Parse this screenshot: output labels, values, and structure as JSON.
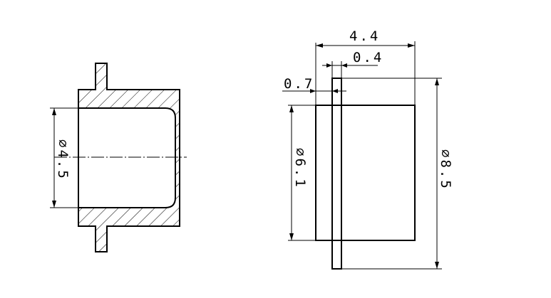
{
  "section_view": {
    "diameter_label": "⌀4.5"
  },
  "outline_view": {
    "overall_length_label": "4.4",
    "flange_width_label": "0.4",
    "flange_offset_label": "0.7",
    "body_diameter_label": "⌀6.1",
    "flange_diameter_label": "⌀8.5"
  }
}
